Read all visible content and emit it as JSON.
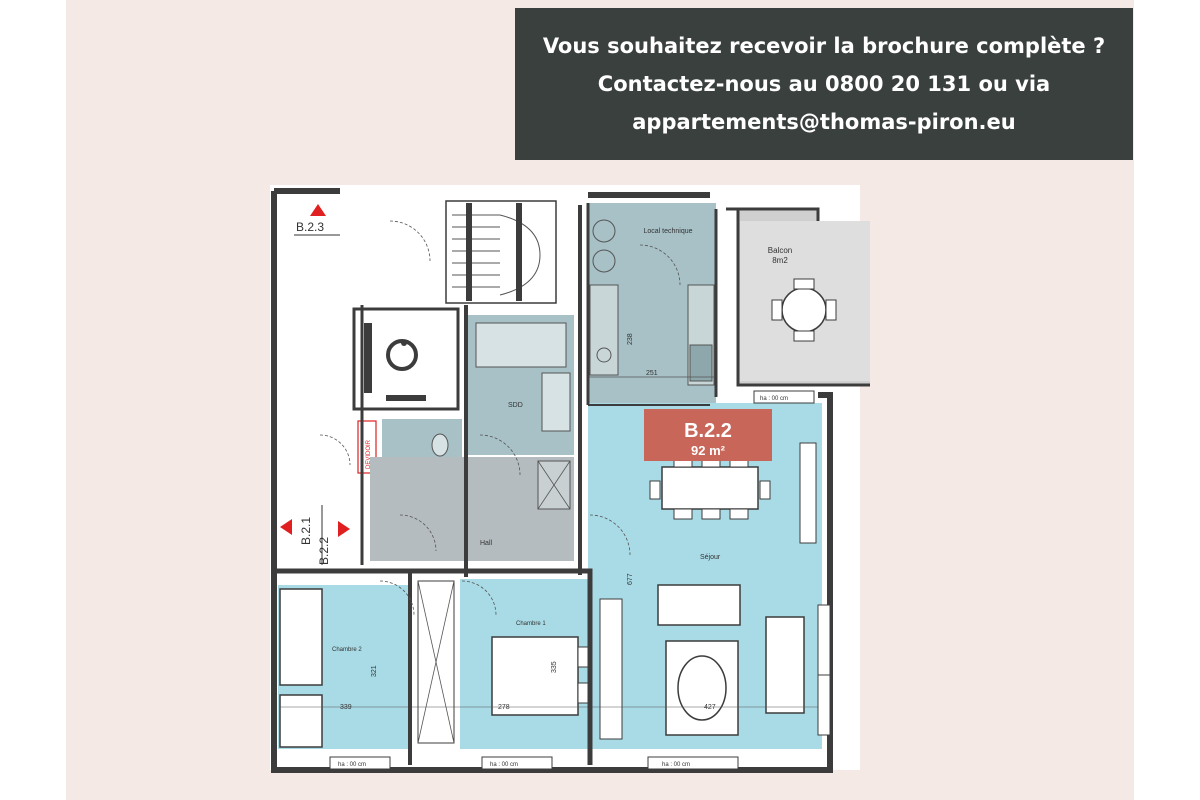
{
  "banner": {
    "line1": "Vous souhaitez recevoir la brochure complète ?",
    "line2": "Contactez-nous au 0800 20 131 ou via",
    "line3": "appartements@thomas-piron.eu"
  },
  "plan": {
    "unit_label": "B.2.2",
    "unit_area": "92 m²",
    "neighbor_labels": [
      "B.2.3",
      "B.2.1",
      "B.2.2"
    ],
    "rooms": {
      "local_technique": "Local technique",
      "balcon": "Balcon",
      "balcon_area": "8m2",
      "sdd": "SDD",
      "wc": "WC",
      "hall": "Hall",
      "sejour": "Séjour",
      "chambre1": "Chambre 1",
      "chambre2": "Chambre 2",
      "devidoir": "DEVIDOIR"
    },
    "dimensions": [
      "238",
      "251",
      "677",
      "335",
      "321",
      "278",
      "339",
      "427"
    ],
    "window_labels": [
      "ha : 00 cm"
    ],
    "colors": {
      "living_area": "#a9dbe6",
      "wet_rooms": "#a7c1c6",
      "hall": "#b5bcbf",
      "unit_badge": "#c9665a",
      "walls": "#3c3c3c",
      "neighbor_arrow": "#e02020"
    }
  }
}
